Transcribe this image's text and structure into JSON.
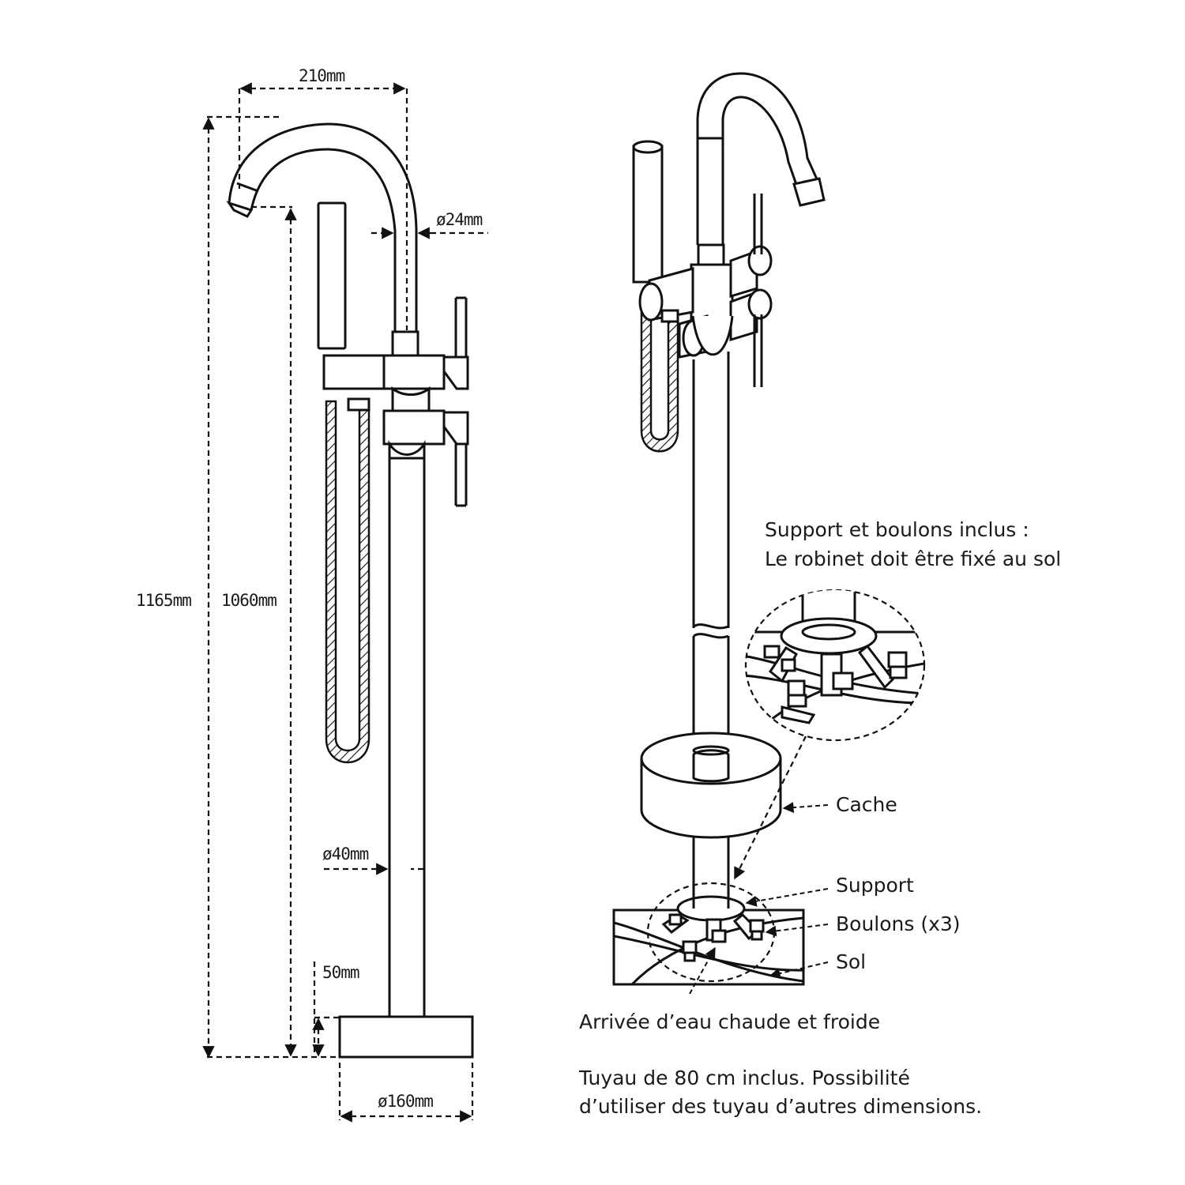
{
  "dimensions": {
    "spout_reach": "210mm",
    "spout_diameter": "ø24mm",
    "total_height": "1165mm",
    "spout_height": "1060mm",
    "column_diameter": "ø40mm",
    "base_height": "50mm",
    "base_diameter": "ø160mm"
  },
  "callouts": {
    "note_line1": "Support et boulons inclus :",
    "note_line2": "Le robinet doit être fixé au sol",
    "cache": "Cache",
    "support": "Support",
    "bolts": "Boulons (x3)",
    "floor": "Sol",
    "water_inlet": "Arrivée d’eau chaude et froide",
    "hose_line1": "Tuyau de 80 cm inclus. Possibilité",
    "hose_line2": "d’utiliser des tuyau d’autres dimensions."
  },
  "colors": {
    "ink": "#111111",
    "background": "#ffffff"
  }
}
